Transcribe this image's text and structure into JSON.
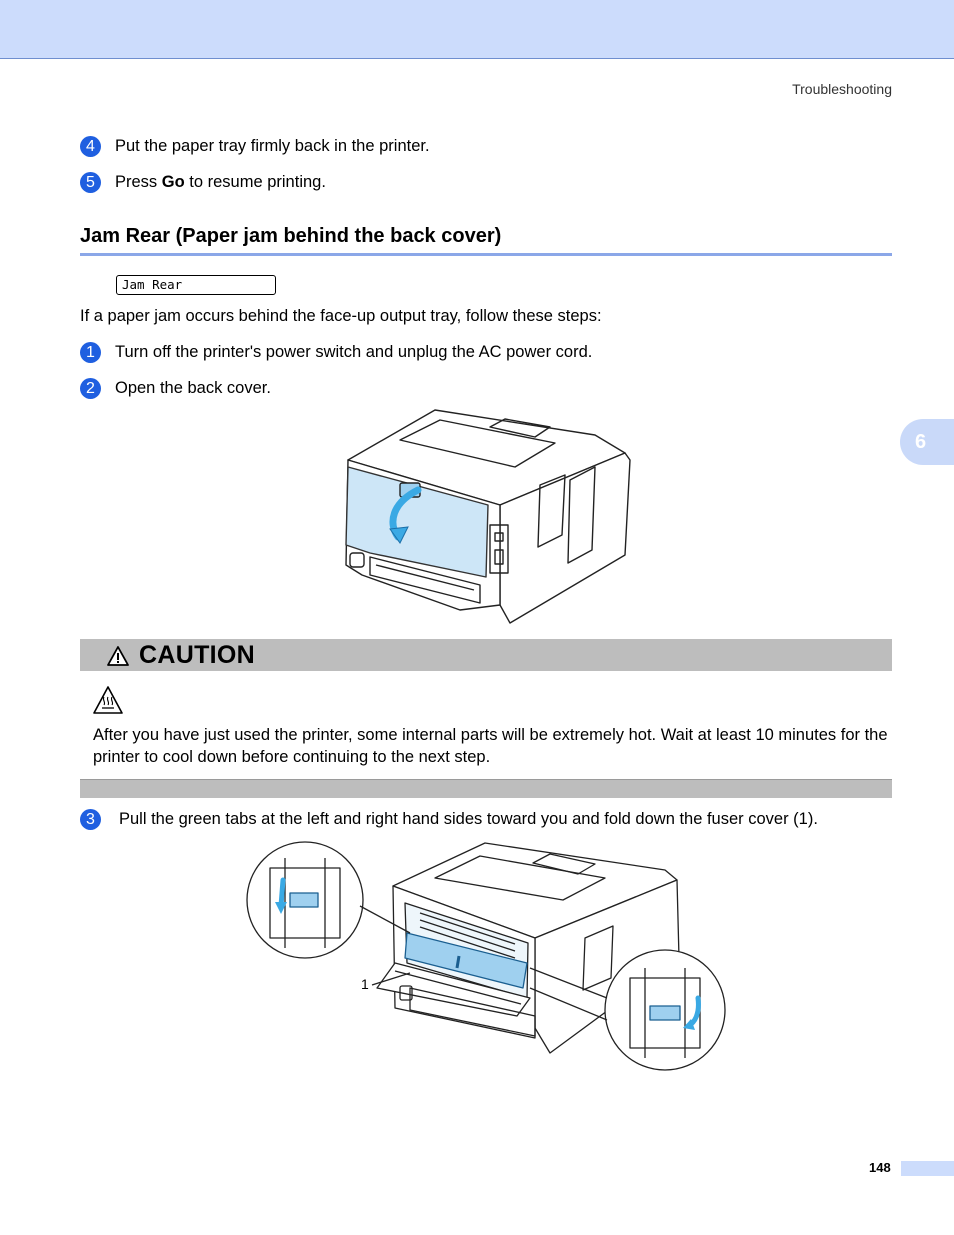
{
  "header": {
    "running_title": "Troubleshooting"
  },
  "steps_prev": [
    {
      "number": "4",
      "text": "Put the paper tray firmly back in the printer."
    },
    {
      "number": "5",
      "text_before": "Press ",
      "key": "Go",
      "text_after": " to resume printing."
    }
  ],
  "section": {
    "title": "Jam Rear (Paper jam behind the back cover)",
    "lcd_message": "Jam Rear",
    "intro": "If a paper jam occurs behind the face-up output tray, follow these steps:"
  },
  "steps": [
    {
      "number": "1",
      "text": "Turn off the printer's power switch and unplug the AC power cord."
    },
    {
      "number": "2",
      "text": "Open the back cover."
    },
    {
      "number": "3",
      "text": "Pull the green tabs at the left and right hand sides toward you and fold down the fuser cover (1)."
    }
  ],
  "caution": {
    "title": "CAUTION",
    "text": "After you have just used the printer, some internal parts will be extremely hot. Wait at least 10 minutes for the printer to cool down before continuing to the next step."
  },
  "illustrations": {
    "callout_label": "1",
    "accent_color": "#4ab0e8"
  },
  "footer": {
    "chapter": "6",
    "page_number": "148"
  },
  "colors": {
    "header_band": "#ccdcfc",
    "step_badge": "#1f5fe0",
    "section_rule": "#8ba7e8",
    "caution_bar": "#bdbdbd"
  }
}
